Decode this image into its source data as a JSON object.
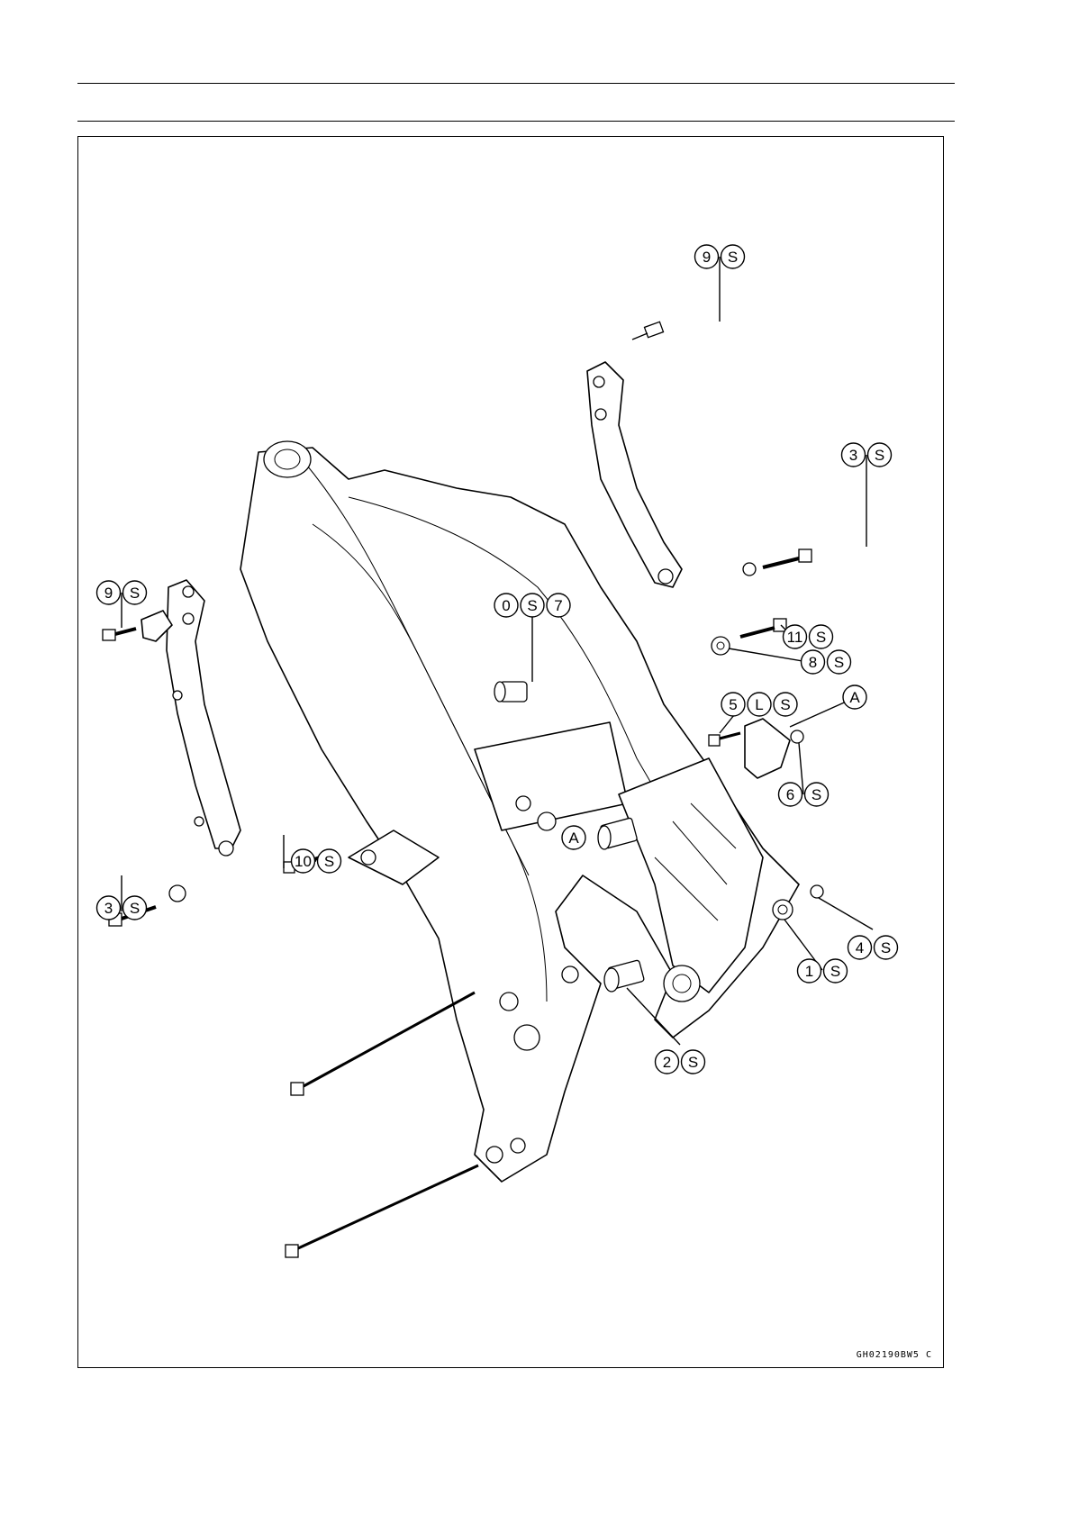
{
  "figure_code": "GH02190BW5 C",
  "callouts": [
    {
      "id": "c-9-top",
      "tokens": [
        "9",
        "S"
      ]
    },
    {
      "id": "c-3-right",
      "tokens": [
        "3",
        "S"
      ]
    },
    {
      "id": "c-9-left",
      "tokens": [
        "9",
        "S"
      ]
    },
    {
      "id": "c-0s7",
      "tokens": [
        "0",
        "S",
        "7"
      ]
    },
    {
      "id": "c-11",
      "tokens": [
        "11",
        "S"
      ]
    },
    {
      "id": "c-8",
      "tokens": [
        "8",
        "S"
      ]
    },
    {
      "id": "c-5ls",
      "tokens": [
        "5",
        "L",
        "S"
      ]
    },
    {
      "id": "c-a-right",
      "tokens": [
        "A"
      ]
    },
    {
      "id": "c-6",
      "tokens": [
        "6",
        "S"
      ]
    },
    {
      "id": "c-10",
      "tokens": [
        "10",
        "S"
      ]
    },
    {
      "id": "c-a-mid",
      "tokens": [
        "A"
      ]
    },
    {
      "id": "c-3-left",
      "tokens": [
        "3",
        "S"
      ]
    },
    {
      "id": "c-4",
      "tokens": [
        "4",
        "S"
      ]
    },
    {
      "id": "c-1",
      "tokens": [
        "1",
        "S"
      ]
    },
    {
      "id": "c-2",
      "tokens": [
        "2",
        "S"
      ]
    }
  ]
}
